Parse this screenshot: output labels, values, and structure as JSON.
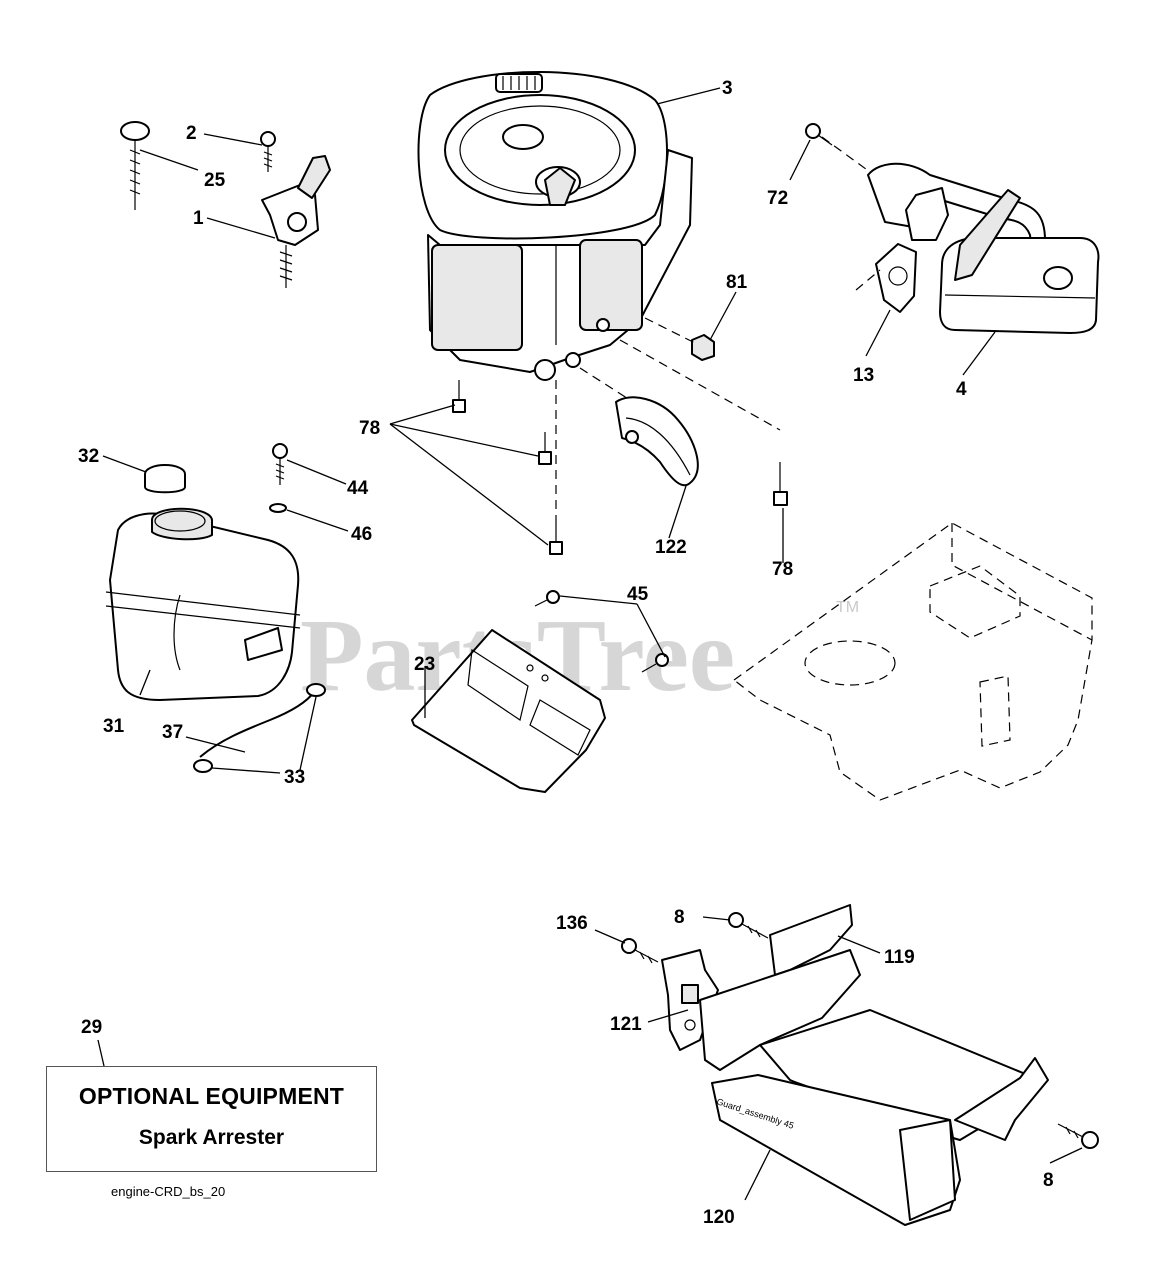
{
  "watermark": {
    "brand": "PartsTree",
    "trademark": "TM"
  },
  "callouts": [
    {
      "id": "c3",
      "text": "3"
    },
    {
      "id": "c2",
      "text": "2"
    },
    {
      "id": "c25",
      "text": "25"
    },
    {
      "id": "c1",
      "text": "1"
    },
    {
      "id": "c72",
      "text": "72"
    },
    {
      "id": "c81",
      "text": "81"
    },
    {
      "id": "c13",
      "text": "13"
    },
    {
      "id": "c4",
      "text": "4"
    },
    {
      "id": "c78a",
      "text": "78"
    },
    {
      "id": "c32",
      "text": "32"
    },
    {
      "id": "c44",
      "text": "44"
    },
    {
      "id": "c46",
      "text": "46"
    },
    {
      "id": "c122",
      "text": "122"
    },
    {
      "id": "c78b",
      "text": "78"
    },
    {
      "id": "c45",
      "text": "45"
    },
    {
      "id": "c23",
      "text": "23"
    },
    {
      "id": "c31",
      "text": "31"
    },
    {
      "id": "c37",
      "text": "37"
    },
    {
      "id": "c33",
      "text": "33"
    },
    {
      "id": "c136",
      "text": "136"
    },
    {
      "id": "c8a",
      "text": "8"
    },
    {
      "id": "c119",
      "text": "119"
    },
    {
      "id": "c121",
      "text": "121"
    },
    {
      "id": "c29",
      "text": "29"
    },
    {
      "id": "c8b",
      "text": "8"
    },
    {
      "id": "c120",
      "text": "120"
    }
  ],
  "guard_stamp": "Guard_assembly 45",
  "optional_box": {
    "title": "OPTIONAL EQUIPMENT",
    "subtitle": "Spark Arrester"
  },
  "footer_code": "engine-CRD_bs_20"
}
